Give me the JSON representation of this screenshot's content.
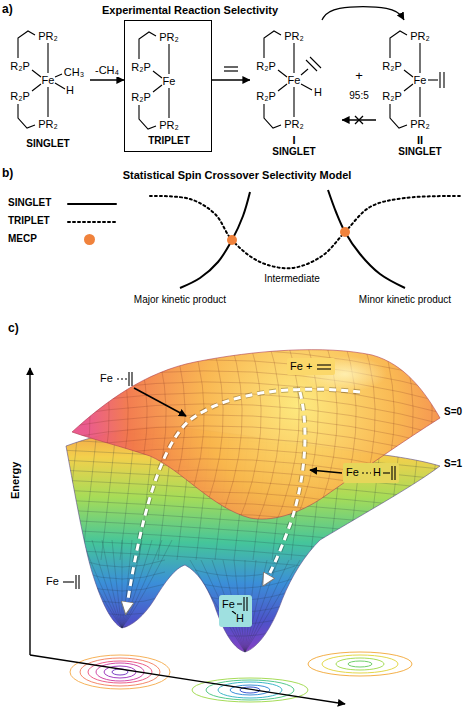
{
  "diagram": {
    "nodes": [
      {
        "text": [
          "PR₂",
          "R₂P",
          "Fe",
          "CH₃",
          "H",
          "R₂P",
          "PR₂",
          "SINGLET"
        ]
      },
      {
        "text": [
          "PR₂",
          "R₂P",
          "Fe",
          "R₂P",
          "PR₂",
          "TRIPLET"
        ]
      },
      {
        "text": [
          "PR₂",
          "R₂P",
          "Fe",
          "H",
          "R₂P",
          "PR₂",
          "I",
          "SINGLET"
        ]
      },
      {
        "text": [
          "PR₂",
          "R₂P",
          "Fe",
          "R₂P",
          "PR₂",
          "II",
          "SINGLET"
        ]
      }
    ],
    "edges": [
      {
        "from": 0,
        "to": 1,
        "label": "-CH₄",
        "arrow": "to"
      },
      {
        "from": 1,
        "to": 2,
        "arrow": "to"
      },
      {
        "from": 2,
        "to": 3,
        "arrow": "to"
      },
      {
        "from": 3,
        "to": 2,
        "arrow": "to"
      }
    ],
    "labels": [
      "a)",
      "Experimental Reaction Selectivity",
      "+",
      "95:5",
      "b)",
      "Statistical Spin Crossover Selectivity Model",
      "Major kinetic product",
      "Intermediate",
      "Minor kinetic product",
      "c)",
      "Energy",
      "Fe",
      "Fe +",
      "S=0",
      "S=1",
      "Fe",
      "H",
      "Fe",
      "Fe",
      "H"
    ],
    "legend": [
      {
        "text": "SINGLET"
      },
      {
        "text": "TRIPLET"
      },
      {
        "text": "MECP",
        "color": "#f0823c"
      }
    ]
  }
}
